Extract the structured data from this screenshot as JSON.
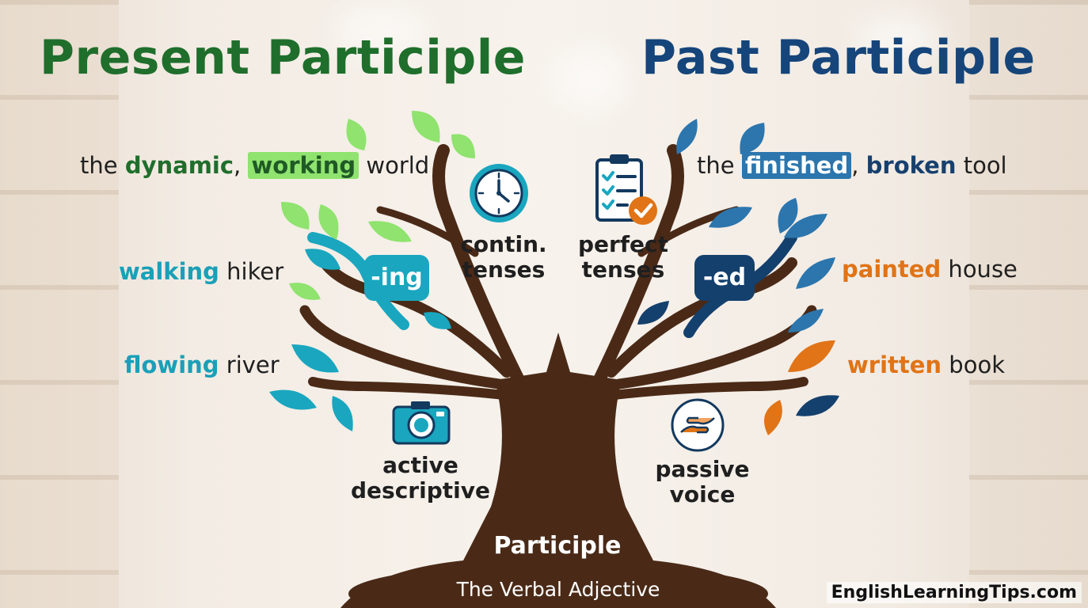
{
  "titles": {
    "present": "Present Participle",
    "past": "Past Participle"
  },
  "present_phrases": {
    "p1": {
      "the": "the ",
      "word1": "dynamic",
      "comma": ", ",
      "word2": "working",
      "noun": " world"
    },
    "p2": {
      "word": "walking",
      "noun": " hiker"
    },
    "p3": {
      "word": "flowing",
      "noun": " river"
    }
  },
  "past_phrases": {
    "p1": {
      "the": "the ",
      "word1": "finished",
      "comma": ", ",
      "word2": "broken",
      "noun": " tool"
    },
    "p2": {
      "word": "painted",
      "noun": " house"
    },
    "p3": {
      "word": "written",
      "noun": " book"
    }
  },
  "badges": {
    "ing": "-ing",
    "ed": "-ed"
  },
  "labels": {
    "contin": [
      "contin.",
      "tenses"
    ],
    "perfect": [
      "perfect",
      "tenses"
    ],
    "active": [
      "active",
      "descriptive"
    ],
    "passive": [
      "passive",
      "voice"
    ]
  },
  "icons": {
    "clock": "clock-icon",
    "checklist": "checklist-icon",
    "camera": "camera-icon",
    "hands": "hands-icon"
  },
  "root": {
    "title": "Participle",
    "subtitle": "The Verbal Adjective"
  },
  "credit": "EnglishLearningTips.com",
  "colors": {
    "present_green": "#1f6e2c",
    "past_navy": "#15457a",
    "leaf_green": "#8fe36e",
    "leaf_teal": "#1aa6bf",
    "leaf_blue": "#2c76ad",
    "leaf_orange": "#e07417",
    "trunk": "#4a2a17"
  }
}
